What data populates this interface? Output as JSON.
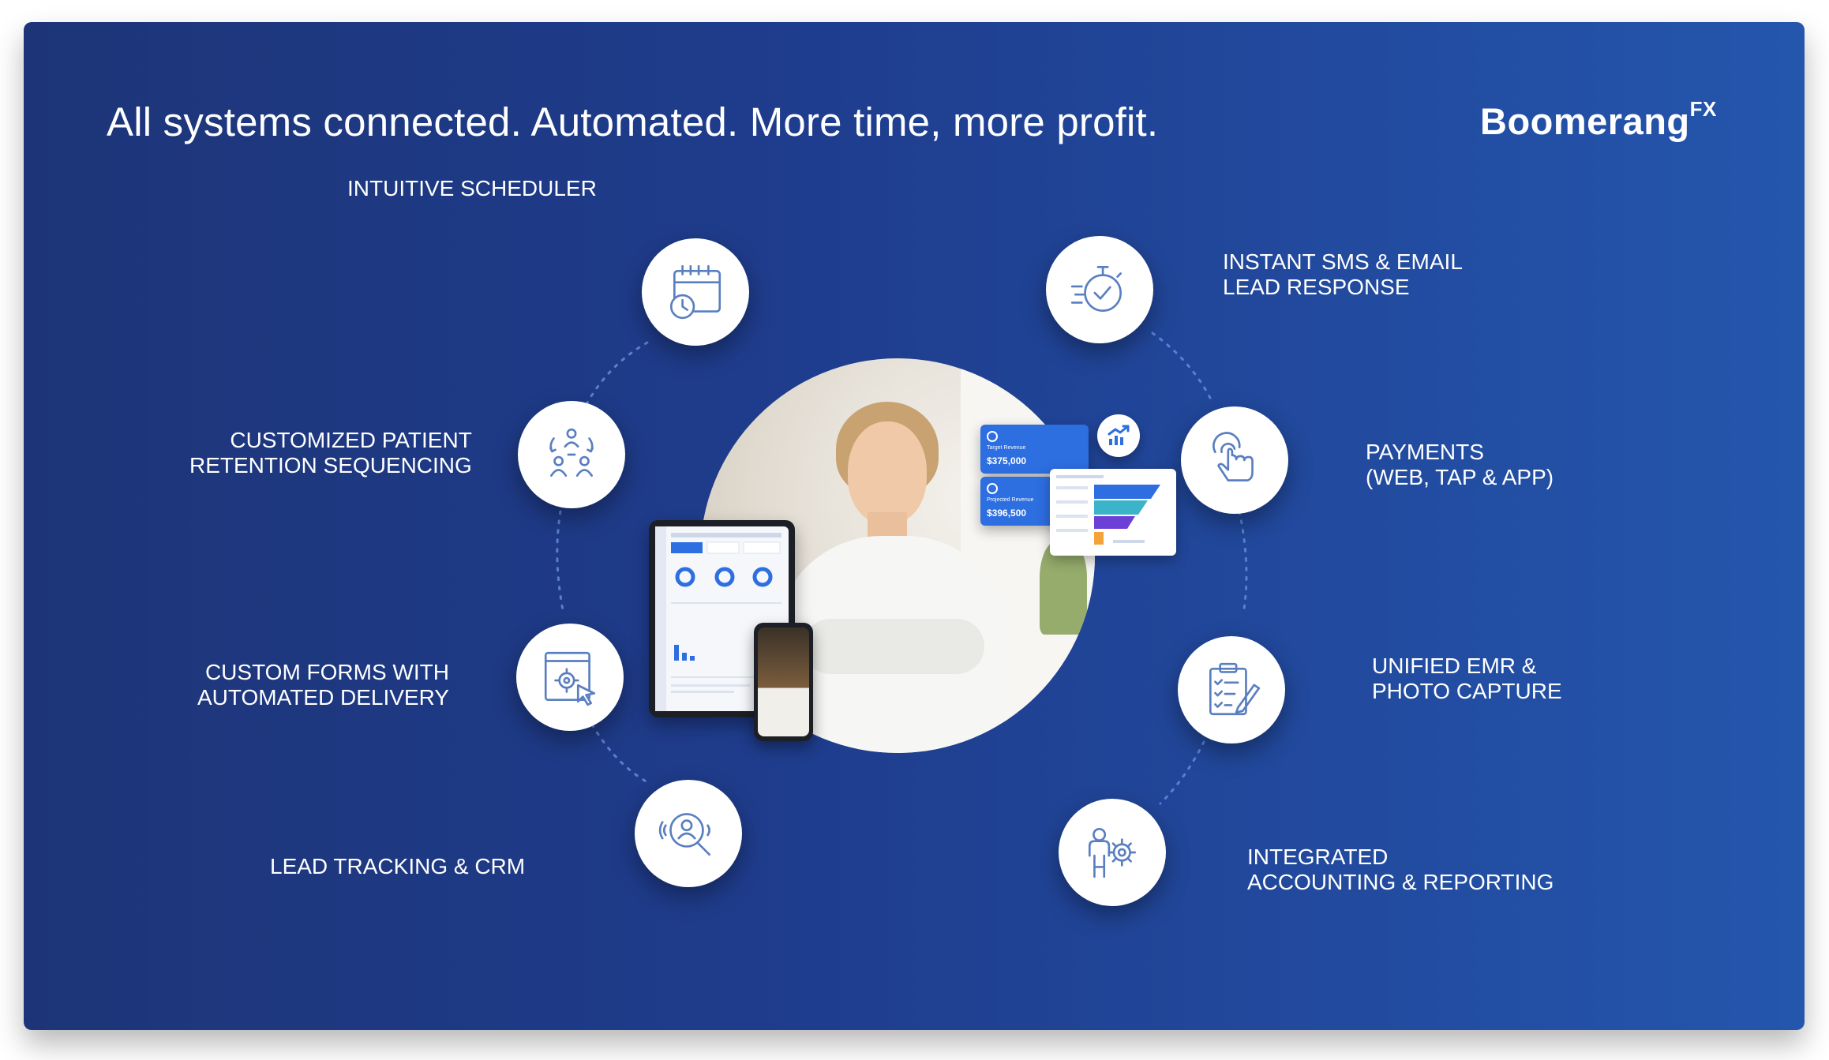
{
  "headline": "All systems connected. Automated. More time, more profit.",
  "brand": {
    "name": "Boomerang",
    "suffix": "FX",
    "color": "#ffffff"
  },
  "colors": {
    "background_start": "#1d3578",
    "background_end": "#2456ad",
    "icon_stroke": "#5a7fc0",
    "accent_blue": "#2d6ee0"
  },
  "features": {
    "scheduler": {
      "line1": "INTUITIVE SCHEDULER",
      "icon": "calendar-clock-icon"
    },
    "retention": {
      "line1": "CUSTOMIZED PATIENT",
      "line2": "RETENTION SEQUENCING",
      "icon": "people-cycle-icon"
    },
    "forms": {
      "line1": "CUSTOM FORMS WITH",
      "line2": "AUTOMATED DELIVERY",
      "icon": "form-cursor-icon"
    },
    "crm": {
      "line1": "LEAD TRACKING & CRM",
      "icon": "user-search-icon"
    },
    "sms": {
      "line1": "INSTANT SMS & EMAIL",
      "line2": "LEAD RESPONSE",
      "icon": "stopwatch-check-icon"
    },
    "payments": {
      "line1": "PAYMENTS",
      "line2": "(WEB, TAP & APP)",
      "icon": "tap-hand-icon"
    },
    "emr": {
      "line1": "UNIFIED EMR &",
      "line2": "PHOTO CAPTURE",
      "icon": "clipboard-pen-icon"
    },
    "accounting": {
      "line1": "INTEGRATED",
      "line2": "ACCOUNTING & REPORTING",
      "icon": "person-gear-icon"
    }
  },
  "stats": {
    "target": {
      "caption": "Target Revenue",
      "value": "$375,000"
    },
    "projected": {
      "caption": "Projected Revenue",
      "value": "$396,500"
    }
  }
}
